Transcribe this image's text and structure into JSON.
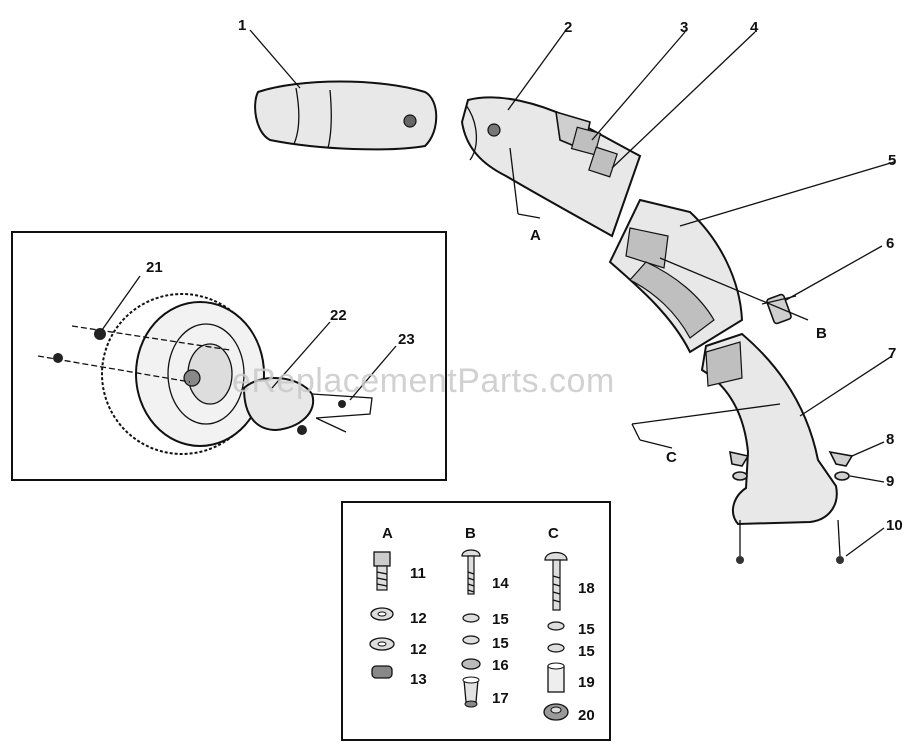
{
  "watermark": "eReplacementParts.com",
  "callouts": {
    "c1": "1",
    "c2": "2",
    "c3": "3",
    "c4": "4",
    "c5": "5",
    "c6": "6",
    "c7": "7",
    "c8": "8",
    "c9": "9",
    "c10": "10",
    "c21": "21",
    "c22": "22",
    "c23": "23"
  },
  "groups": {
    "a": "A",
    "b": "B",
    "c": "C"
  },
  "hardware": {
    "a_header": "A",
    "b_header": "B",
    "c_header": "C",
    "a_items": [
      "11",
      "12",
      "12",
      "13"
    ],
    "b_items": [
      "14",
      "15",
      "15",
      "16",
      "17"
    ],
    "c_items": [
      "18",
      "15",
      "15",
      "19",
      "20"
    ]
  }
}
